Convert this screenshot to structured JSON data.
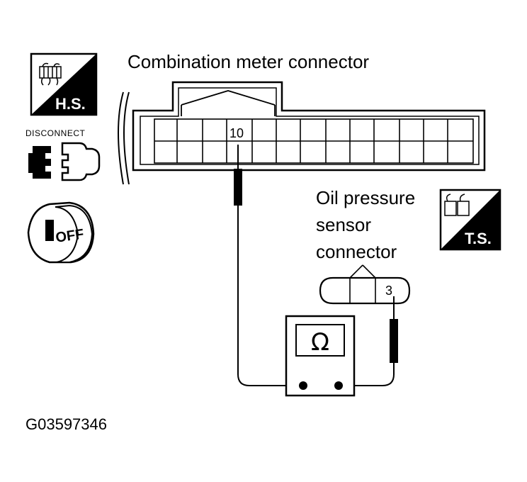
{
  "icons": {
    "hs_badge": "H.S.",
    "disconnect": "DISCONNECT",
    "ignition": "OFF",
    "ts_badge": "T.S."
  },
  "combination_meter": {
    "title": "Combination meter connector",
    "pin": "10"
  },
  "oil_sensor": {
    "title_line1": "Oil pressure",
    "title_line2": "sensor",
    "title_line3": "connector",
    "pin": "3"
  },
  "meter": {
    "symbol": "Ω"
  },
  "figure_code": "G03597346"
}
